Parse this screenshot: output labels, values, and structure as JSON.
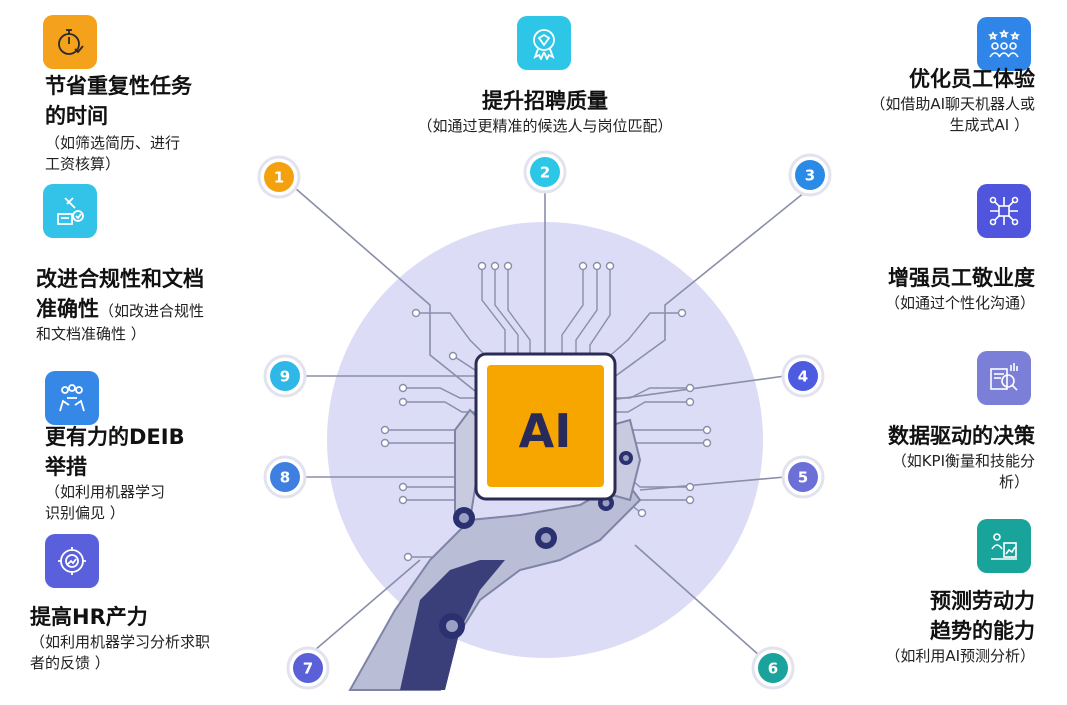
{
  "center_label": "AI",
  "colors": {
    "circle_bg": "#dcdcf6",
    "chip": "#f7a600",
    "line": "#8a8ea8",
    "n1": "#f3a10f",
    "n2": "#2cc7e6",
    "n3": "#2b8ae6",
    "n4": "#4c5be0",
    "n5": "#6b6fd6",
    "n6": "#1aa39c",
    "n7": "#5a60d8",
    "n8": "#3f7fe0",
    "n9": "#2fb7e8"
  },
  "items": [
    {
      "number": "1",
      "title": "节省重复性任务的时间",
      "title_lines": [
        "节省重复性任务",
        "的时间"
      ],
      "desc_lines": [
        "（如筛选简历、进行",
        "工资核算）"
      ],
      "icon": "stopwatch-icon"
    },
    {
      "number": "2",
      "title": "提升招聘质量",
      "title_lines": [
        "提升招聘质量"
      ],
      "desc_lines": [
        "（如通过更精准的候选人与岗位匹配）"
      ],
      "icon": "badge-icon"
    },
    {
      "number": "3",
      "title": "优化员工体验",
      "title_lines": [
        "优化员工体验"
      ],
      "desc_lines": [
        "（如借助AI聊天机器人或",
        "生成式AI ）"
      ],
      "icon": "team-rating-icon"
    },
    {
      "number": "4",
      "title": "增强员工敬业度",
      "title_lines": [
        "增强员工敬业度"
      ],
      "desc_lines": [
        "（如通过个性化沟通）"
      ],
      "icon": "network-icon"
    },
    {
      "number": "5",
      "title": "数据驱动的决策",
      "title_lines": [
        "数据驱动的决策"
      ],
      "desc_lines": [
        "（如KPI衡量和技能分",
        "析）"
      ],
      "icon": "analytics-icon"
    },
    {
      "number": "6",
      "title": "预测劳动力趋势的能力",
      "title_lines": [
        "预测劳动力",
        "趋势的能力"
      ],
      "desc_lines": [
        "（如利用AI预测分析）"
      ],
      "icon": "forecast-icon"
    },
    {
      "number": "7",
      "title": "提高HR产力",
      "title_lines": [
        "提高HR产力"
      ],
      "desc_lines": [
        "（如利用机器学习分析求职",
        "者的反馈 ）"
      ],
      "icon": "gear-chart-icon"
    },
    {
      "number": "8",
      "title": "更有力的DEIB举措",
      "title_lines": [
        "更有力的DEIB",
        "举措"
      ],
      "desc_lines": [
        "（如利用机器学习",
        "识别偏见 ）"
      ],
      "icon": "people-hands-icon"
    },
    {
      "number": "9",
      "title": "改进合规性和文档准确性",
      "title_lines": [
        "改进合规性和文档",
        "准确性"
      ],
      "desc_inline": "（如改进合规性",
      "desc_lines": [
        "和文档准确性 ）"
      ],
      "icon": "scale-document-icon"
    }
  ]
}
